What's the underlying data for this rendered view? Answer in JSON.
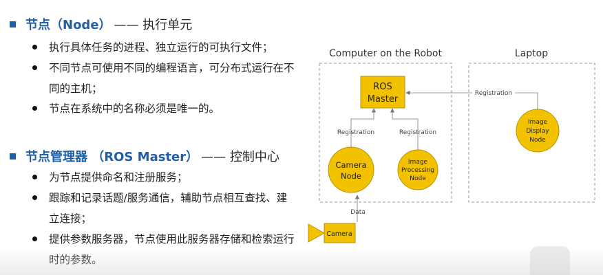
{
  "section1": {
    "heading_keyword": "节点（Node）",
    "heading_rest": "—— 执行单元",
    "bullets": [
      "执行具体任务的进程、独立运行的可执行文件；",
      "不同节点可使用不同的编程语言，可分布式运行在不同的主机；",
      "节点在系统中的名称必须是唯一的。"
    ]
  },
  "section2": {
    "heading_keyword": "节点管理器 （ROS Master）",
    "heading_rest": "—— 控制中心",
    "bullets": [
      "为节点提供命名和注册服务；",
      "跟踪和记录话题/服务通信，辅助节点相互查找、建立连接；",
      "提供参数服务器，节点使用此服务器存储和检索运行时的参数。"
    ]
  },
  "diagram": {
    "robot_label": "Computer on the Robot",
    "laptop_label": "Laptop",
    "master_line1": "ROS",
    "master_line2": "Master",
    "camera_node_line1": "Camera",
    "camera_node_line2": "Node",
    "image_processing_line1": "Image",
    "image_processing_line2": "Processing",
    "image_processing_line3": "Node",
    "image_display_line1": "Image",
    "image_display_line2": "Display",
    "image_display_line3": "Node",
    "registration_label": "Registration",
    "data_label": "Data",
    "camera_label": "Camera",
    "colors": {
      "node_fill": "#f2c200",
      "node_stroke": "#b8920a",
      "dashed_box": "#999999",
      "arrow": "#777777"
    }
  }
}
